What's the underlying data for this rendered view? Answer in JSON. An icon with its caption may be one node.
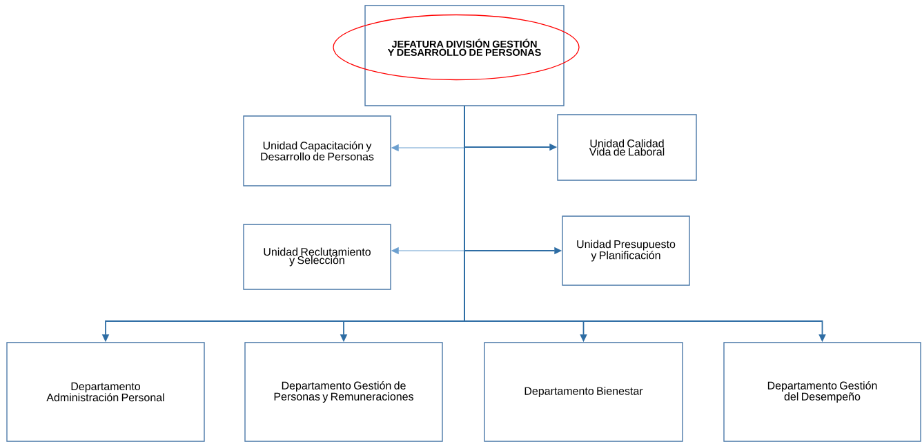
{
  "diagram": {
    "nodes": [
      {
        "text": [
          "JEFATURA DIVISIÓN GESTIÓN Y DESARROLLO DE PERSONAS"
        ]
      },
      {
        "text": [
          "Unidad Capacitación y Desarrollo de Personas"
        ]
      },
      {
        "text": [
          "Unidad Calidad Vida de Laboral"
        ]
      },
      {
        "text": [
          "Unidad Reclutamiento y Selección"
        ]
      },
      {
        "text": [
          "Unidad Presupuesto y Planificación"
        ]
      },
      {
        "text": [
          "Departamento Administración Personal"
        ]
      },
      {
        "text": [
          "Departamento Gestión de Personas y Remuneraciones"
        ]
      },
      {
        "text": [
          "Departamento Bienestar"
        ]
      },
      {
        "text": [
          "Departamento Gestión del Desempeño"
        ]
      }
    ],
    "edges": [
      {
        "from": 0,
        "to": 1,
        "arrow": "to",
        "color": "#6b9fcf"
      },
      {
        "from": 0,
        "to": 2,
        "arrow": "to"
      },
      {
        "from": 0,
        "to": 3,
        "arrow": "to",
        "color": "#6b9fcf"
      },
      {
        "from": 0,
        "to": 4,
        "arrow": "to"
      },
      {
        "from": 0,
        "to": 5,
        "arrow": "to"
      },
      {
        "from": 0,
        "to": 6,
        "arrow": "to"
      },
      {
        "from": 0,
        "to": 7,
        "arrow": "to"
      },
      {
        "from": 0,
        "to": 8,
        "arrow": "to"
      }
    ]
  }
}
